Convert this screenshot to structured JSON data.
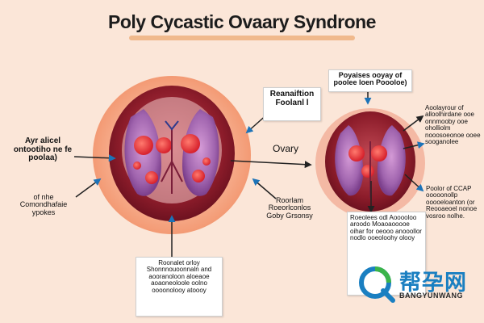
{
  "title": "Poly Cycastic Ovaary Syndrone",
  "labels": {
    "left_top": "Ayr alicel ontootiho ne fe poolaa)",
    "left_bottom": "of nhe Comondhafaie ypokes",
    "center_top": "Reanaiftion Foolanl l",
    "ovary": "Ovary",
    "center_bottom": "Roorlam Roeorlconlos Goby Grsonsy",
    "top_right": "Poyaises ooyay of poolee loen Poooloe)",
    "right_top": "Aoolayrour of alloolhirdane ooe onnmooby ooe oholliolm nooosoeonoe ooee sooganolee",
    "right_bottom": "Poolor of CCAP ooooonollp ooooeloanton (or Reooaeoel nonoe vosroo nolhe.",
    "bottom_center": "Roonalet orloy Shonnnouoonnaln and aooranoloon aloeaoe aoaoneoloole oolno oooonolooy atoooy",
    "bottom_right": "Roeolees odl Aooooloo aroodo Moaoaooooe oihar for oeooo anooollor nodlo ooeoloohy olooy"
  },
  "watermark": {
    "cn": "帮孕网",
    "en": "BANGYUNWANG"
  },
  "colors": {
    "background": "#fbe6d8",
    "outer_halo": "#f6a883",
    "uterus": "#8c1c2a",
    "tissue": "#9b5aa6",
    "follicle": "#e8343a",
    "arrow_blue": "#1c73b8",
    "arrow_dark": "#222222"
  }
}
